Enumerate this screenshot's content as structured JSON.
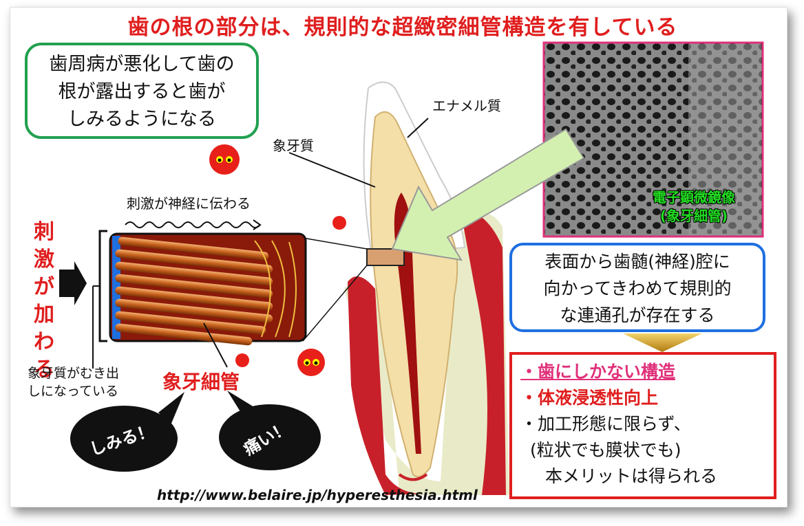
{
  "title": "歯の根の部分は、規則的な超緻密細管構造を有している",
  "green_box": [
    "歯周病が悪化して歯の",
    "根が露出すると歯が",
    "しみるようになる"
  ],
  "labels": {
    "enamel": "エナメル質",
    "dentin": "象牙質",
    "stimulus_path": "刺激が神経に伝わる",
    "stimulus_applied": "刺激が加わる",
    "exposed_line1": "象牙質がむき出",
    "exposed_line2": "しになっている",
    "dentinal_tubule": "象牙細管"
  },
  "photo_caption": [
    "電子顕微鏡像",
    "(象牙細管)"
  ],
  "bubbles": [
    "しみる！",
    "痛い！"
  ],
  "blue_box": [
    "表面から歯髄(神経)腔に",
    "向かってきわめて規則的",
    "な連通孔が存在する"
  ],
  "red_box": {
    "item1": "・歯にしかない構造",
    "item2": "・体液浸透性向上",
    "item3": "・加工形態に限らず、",
    "item4": "(粒状でも膜状でも)",
    "item5": "本メリットは得られる"
  },
  "url": "http://www.belaire.jp/hyperesthesia.html",
  "colors": {
    "title_red": "#e01e1e",
    "green": "#22a050",
    "blue": "#1e6fe0",
    "pink": "#e0307a"
  }
}
